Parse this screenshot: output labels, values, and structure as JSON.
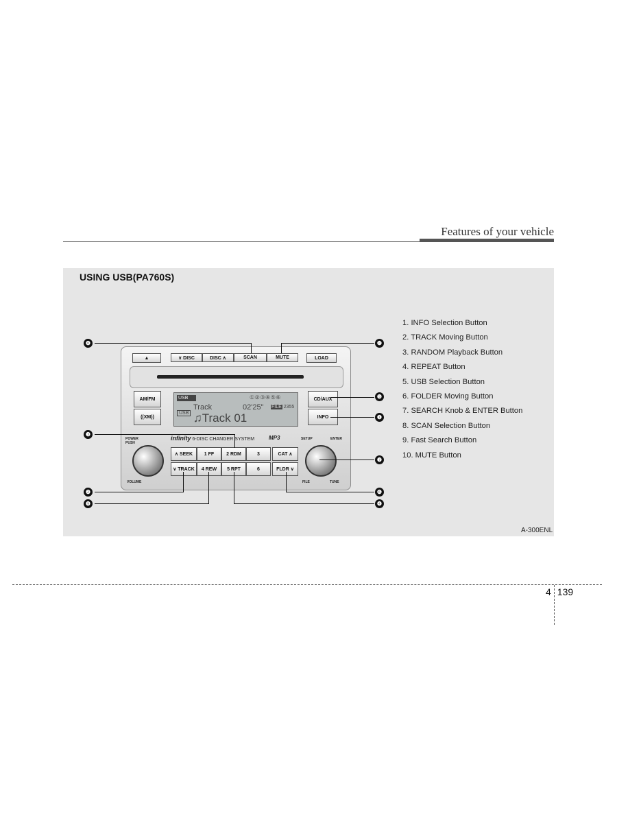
{
  "header": {
    "title": "Features of your vehicle"
  },
  "panel": {
    "title": "USING USB(PA760S)",
    "figure_code": "A-300ENL",
    "legend": [
      "1. INFO Selection Button",
      "2. TRACK Moving Button",
      "3. RANDOM Playback Button",
      "4. REPEAT Button",
      "5. USB Selection Button",
      "6. FOLDER Moving Button",
      "7. SEARCH Knob & ENTER Button",
      "8. SCAN Selection Button",
      "9. Fast Search Button",
      "10. MUTE Button"
    ],
    "callouts": {
      "c1": "❶",
      "c2": "❷",
      "c3": "❸",
      "c4": "❹",
      "c5": "❺",
      "c6": "❻",
      "c7": "❼",
      "c8": "❽",
      "c9": "❾",
      "c10": "❿"
    }
  },
  "radio": {
    "eject_icon": "▲",
    "disc_down": "∨ DISC",
    "disc_up": "DISC ∧",
    "scan": "SCAN",
    "mute": "MUTE",
    "load": "LOAD",
    "amfm": "AM/FM",
    "xm": "((XM))",
    "cdaux": "CD/AUX",
    "info": "INFO",
    "power": "POWER",
    "push": "PUSH",
    "volume": "VOLUME",
    "setup": "SETUP",
    "enter": "ENTER",
    "file": "FILE",
    "tune": "TUNE",
    "brand": "infinity",
    "changer": "6-DISC CHANGER SYSTEM",
    "mp3": "MP3",
    "seek": "∧ SEEK",
    "track": "∨ TRACK",
    "p1": "1 FF",
    "p2": "2 RDM",
    "p3": "3",
    "p4": "4 REW",
    "p5": "5 RPT",
    "p6": "6",
    "cat": "CAT ∧",
    "fldr": "FLDR ∨",
    "lcd": {
      "source": "USB",
      "discs": "①②③④⑤⑥",
      "track_label": "Track",
      "time": "02'25\"",
      "file_tag": "FILE",
      "file_num": "2355",
      "usb_tag": "USB",
      "track_name": "♫Track 01"
    }
  },
  "footer": {
    "section": "4",
    "page": "139"
  }
}
